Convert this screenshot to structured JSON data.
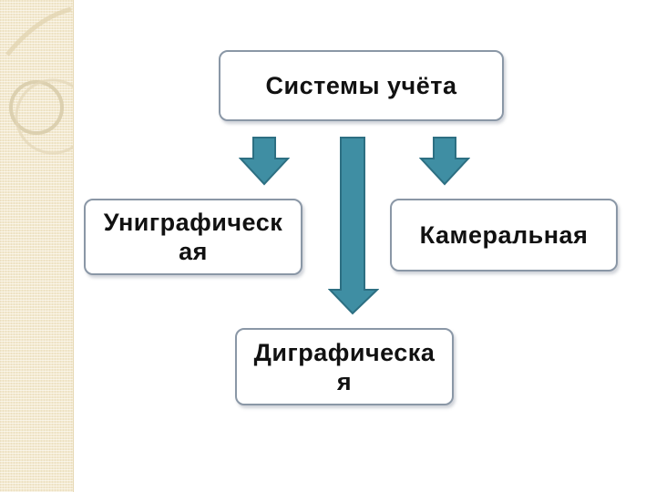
{
  "diagram": {
    "root": {
      "label": "Системы учёта"
    },
    "children": [
      {
        "label": "Униграфическ\nая"
      },
      {
        "label": "Камеральная"
      },
      {
        "label": "Диграфическа\nя"
      }
    ]
  },
  "colors": {
    "arrow_fill": "#3f8ea3",
    "arrow_stroke": "#2d6f82",
    "box_border": "#8a97a6",
    "side_band": "#f3e9cf"
  }
}
